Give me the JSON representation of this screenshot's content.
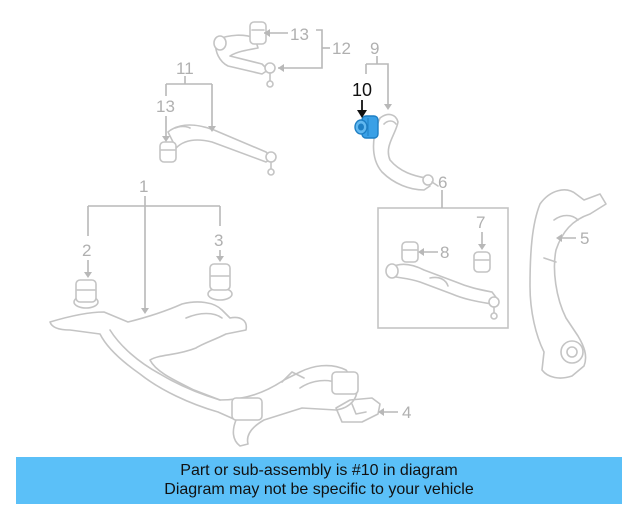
{
  "diagram": {
    "highlighted_part": "10",
    "highlight_color": "#3aa0e6",
    "part_color": "#c4c4c4",
    "callouts": {
      "c1": "1",
      "c2": "2",
      "c3": "3",
      "c4": "4",
      "c5": "5",
      "c6": "6",
      "c7": "7",
      "c8": "8",
      "c9": "9",
      "c10": "10",
      "c11": "11",
      "c12": "12",
      "c13a": "13",
      "c13b": "13"
    }
  },
  "banner": {
    "line1": "Part or sub-assembly is #10 in diagram",
    "line2": "Diagram may not be specific to your vehicle",
    "color": "#5bc0f8"
  }
}
